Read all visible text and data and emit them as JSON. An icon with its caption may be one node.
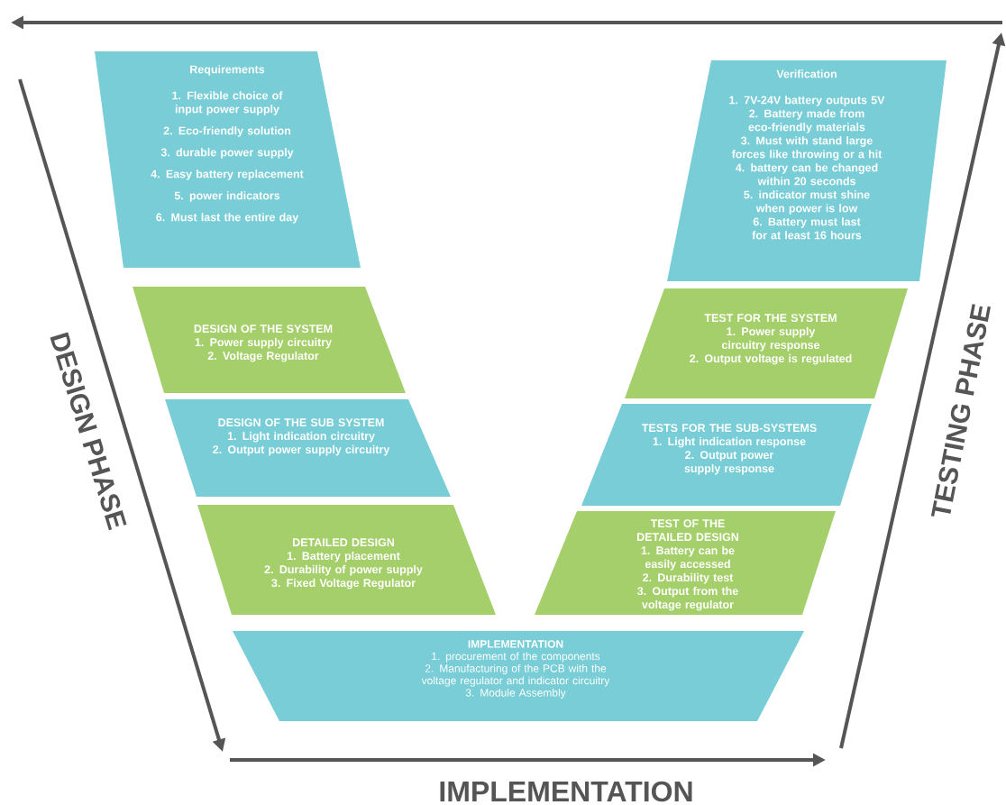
{
  "diagram": {
    "nodes": [
      {
        "text": [
          "Requirements",
          "1. Flexible choice of input power supply",
          "2. Eco-friendly solution",
          "3. durable power supply",
          "4. Easy battery replacement",
          "5. power indicators",
          "6. Must last the entire day"
        ]
      },
      {
        "text": [
          "DESIGN OF THE SYSTEM",
          "1. Power supply circuitry",
          "2. Voltage Regulator"
        ]
      },
      {
        "text": [
          "DESIGN OF THE SUB SYSTEM",
          "1. Light indication circuitry",
          "2. Output power supply circuitry"
        ]
      },
      {
        "text": [
          "DETAILED DESIGN",
          "1. Battery placement",
          "2. Durability of power supply",
          "3. Fixed Voltage Regulator"
        ]
      },
      {
        "text": [
          "IMPLEMENTATION",
          "1. procurement of the components",
          "2. Manufacturing of the PCB with the voltage regulator and indicator circuitry",
          "3. Module Assembly"
        ]
      },
      {
        "text": [
          "TEST OF THE DETAILED DESIGN",
          "1. Battery can be easily accessed",
          "2. Durability test",
          "3. Output from the voltage regulator"
        ]
      },
      {
        "text": [
          "TESTS FOR THE SUB-SYSTEMS",
          "1. Light indication response",
          "2. Output power supply response"
        ]
      },
      {
        "text": [
          "TEST FOR THE SYSTEM",
          "1. Power supply circuitry response",
          "2. Output voltage is regulated"
        ]
      },
      {
        "text": [
          "Verification",
          "1. 7V-24V battery outputs 5V",
          "2. Battery made from eco-friendly materials",
          "3. Must with stand large forces like throwing or a hit",
          "4. battery can be changed within 20 seconds",
          "5. indicator must shine when power is low",
          "6. Battery must last for at least 16 hours"
        ]
      }
    ],
    "edges": [],
    "labels": [
      "DESIGN PHASE",
      "TESTING PHASE",
      "IMPLEMENTATION"
    ]
  }
}
